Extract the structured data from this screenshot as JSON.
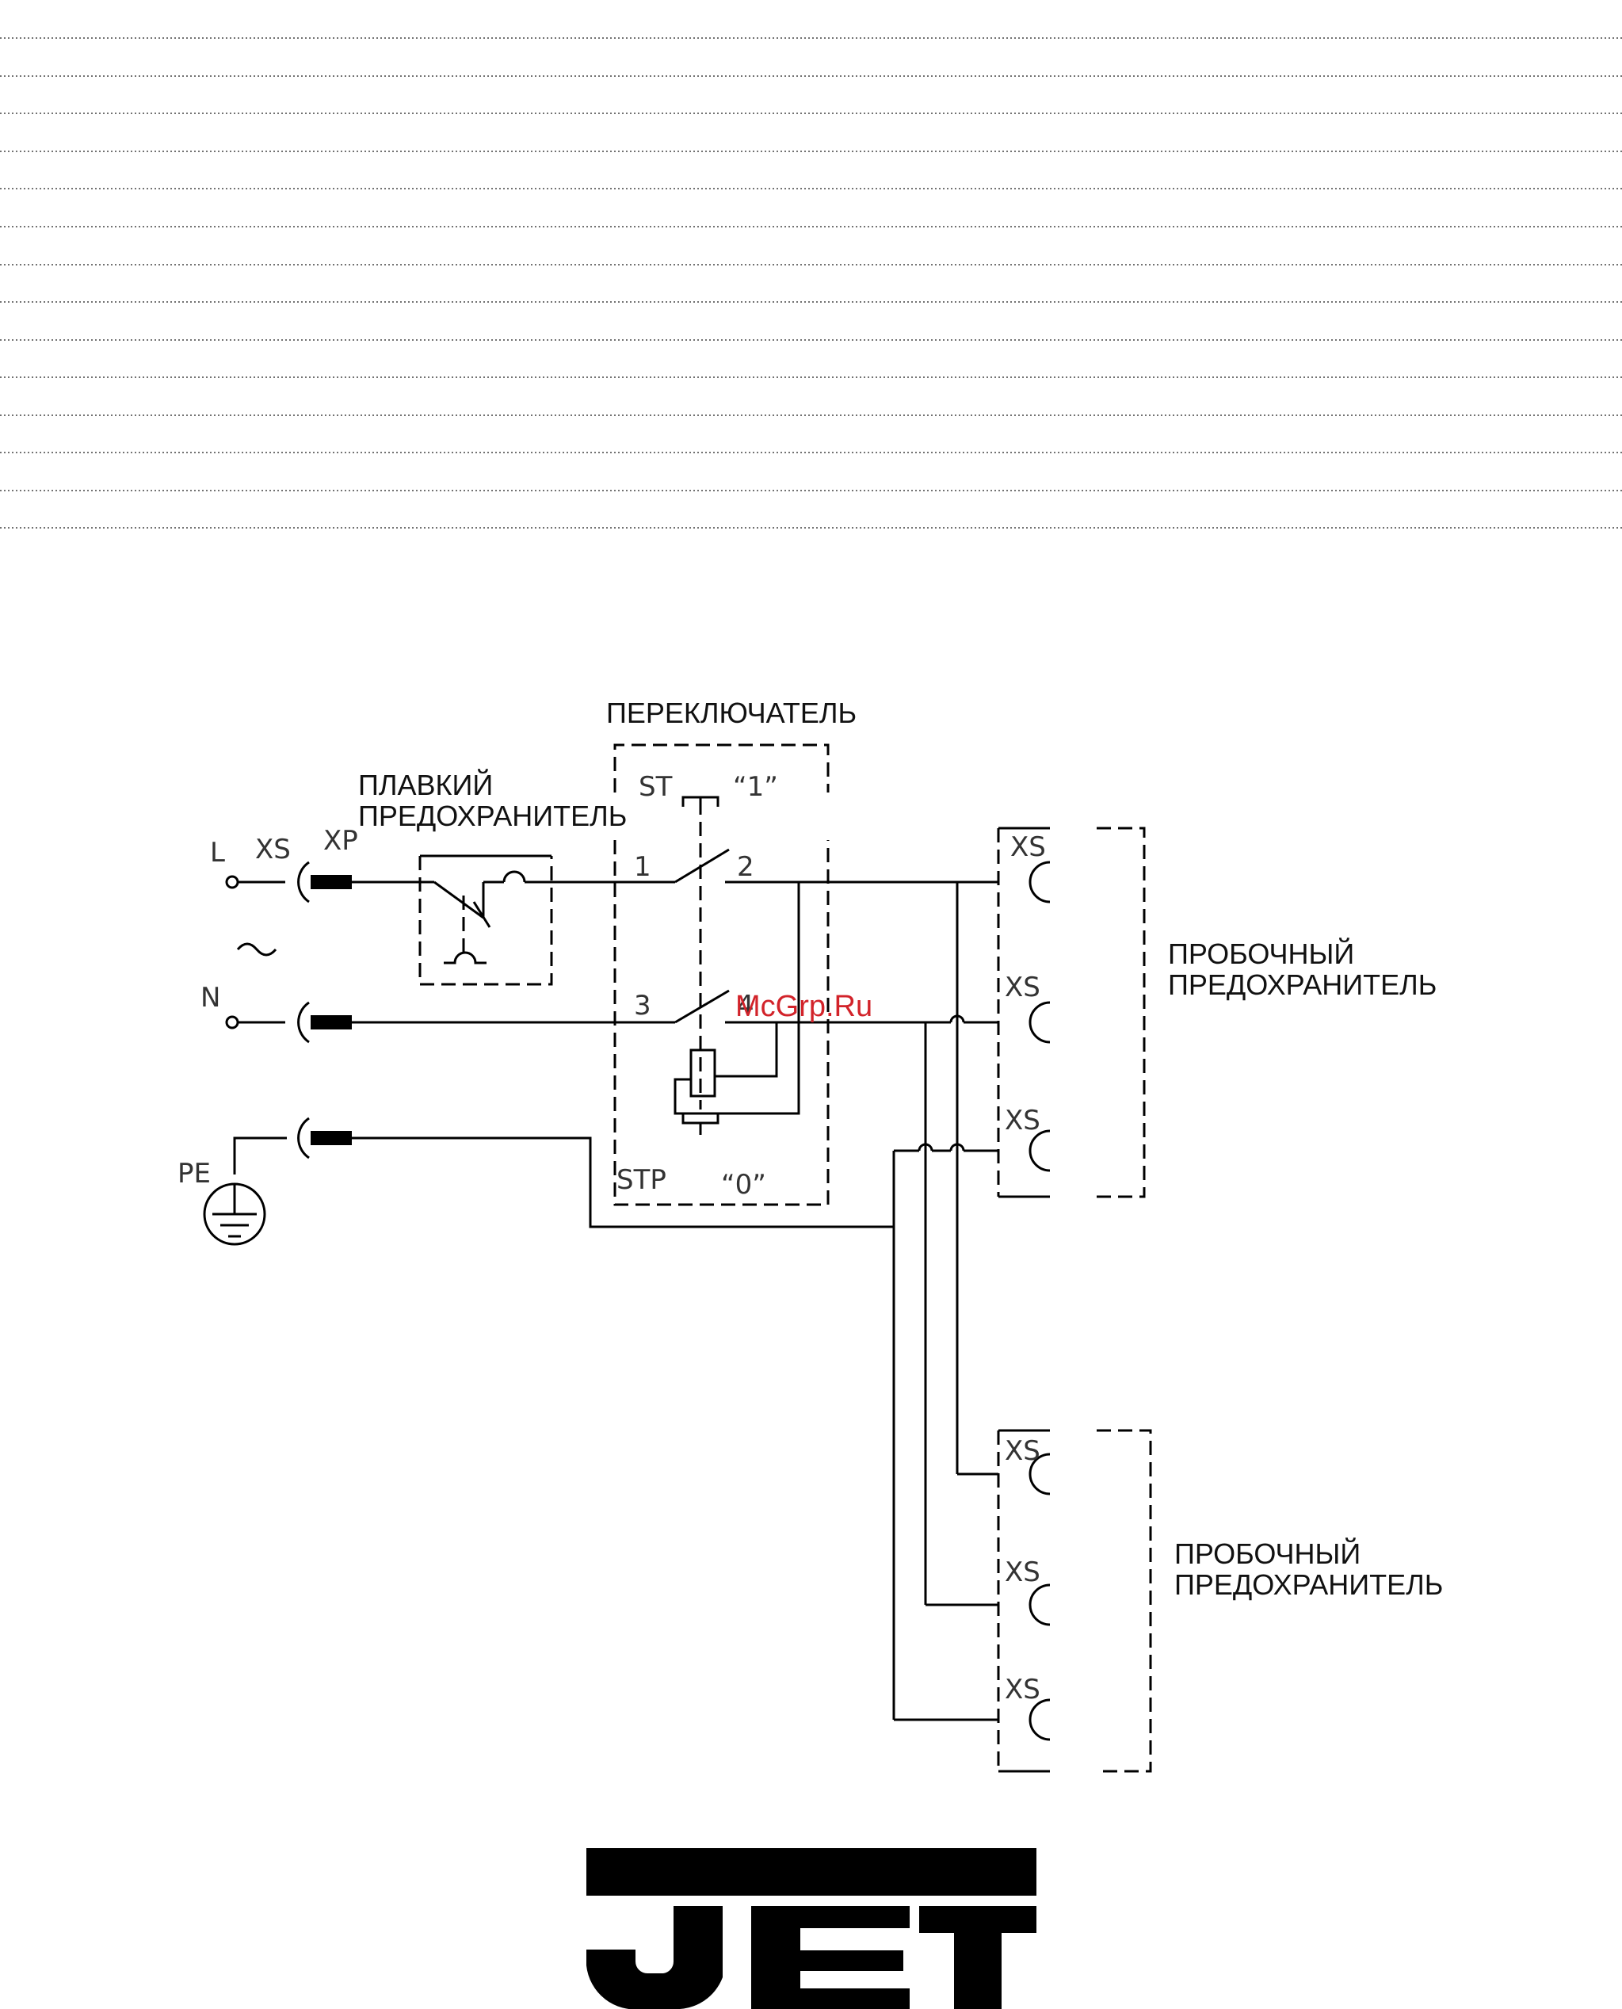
{
  "diagram": {
    "labels": {
      "switch": "ПЕРЕКЛЮЧАТЕЛЬ",
      "fuse_line1": "ПЛАВКИЙ",
      "fuse_line2": "ПРЕДОХРАНИТЕЛЬ",
      "plug_fuse_1_line1": "ПРОБОЧНЫЙ",
      "plug_fuse_1_line2": "ПРЕДОХРАНИТЕЛЬ",
      "plug_fuse_2_line1": "ПРОБОЧНЫЙ",
      "plug_fuse_2_line2": "ПРЕДОХРАНИТЕЛЬ"
    },
    "tags": {
      "L": "L",
      "N": "N",
      "PE": "PE",
      "ac": "~",
      "XS_input": "XS",
      "XP_input": "XP",
      "ST": "ST",
      "STP": "STP",
      "pos_on": "“1”",
      "pos_off": "“0”",
      "t1": "1",
      "t2": "2",
      "t3": "3",
      "t4": "4",
      "outlet_1": "XS",
      "outlet_2": "XS",
      "outlet_3": "XS",
      "outlet_4": "XS",
      "outlet_5": "XS",
      "outlet_6": "XS"
    }
  },
  "watermark": "McGrp.Ru",
  "logo": {
    "text": "JET"
  }
}
